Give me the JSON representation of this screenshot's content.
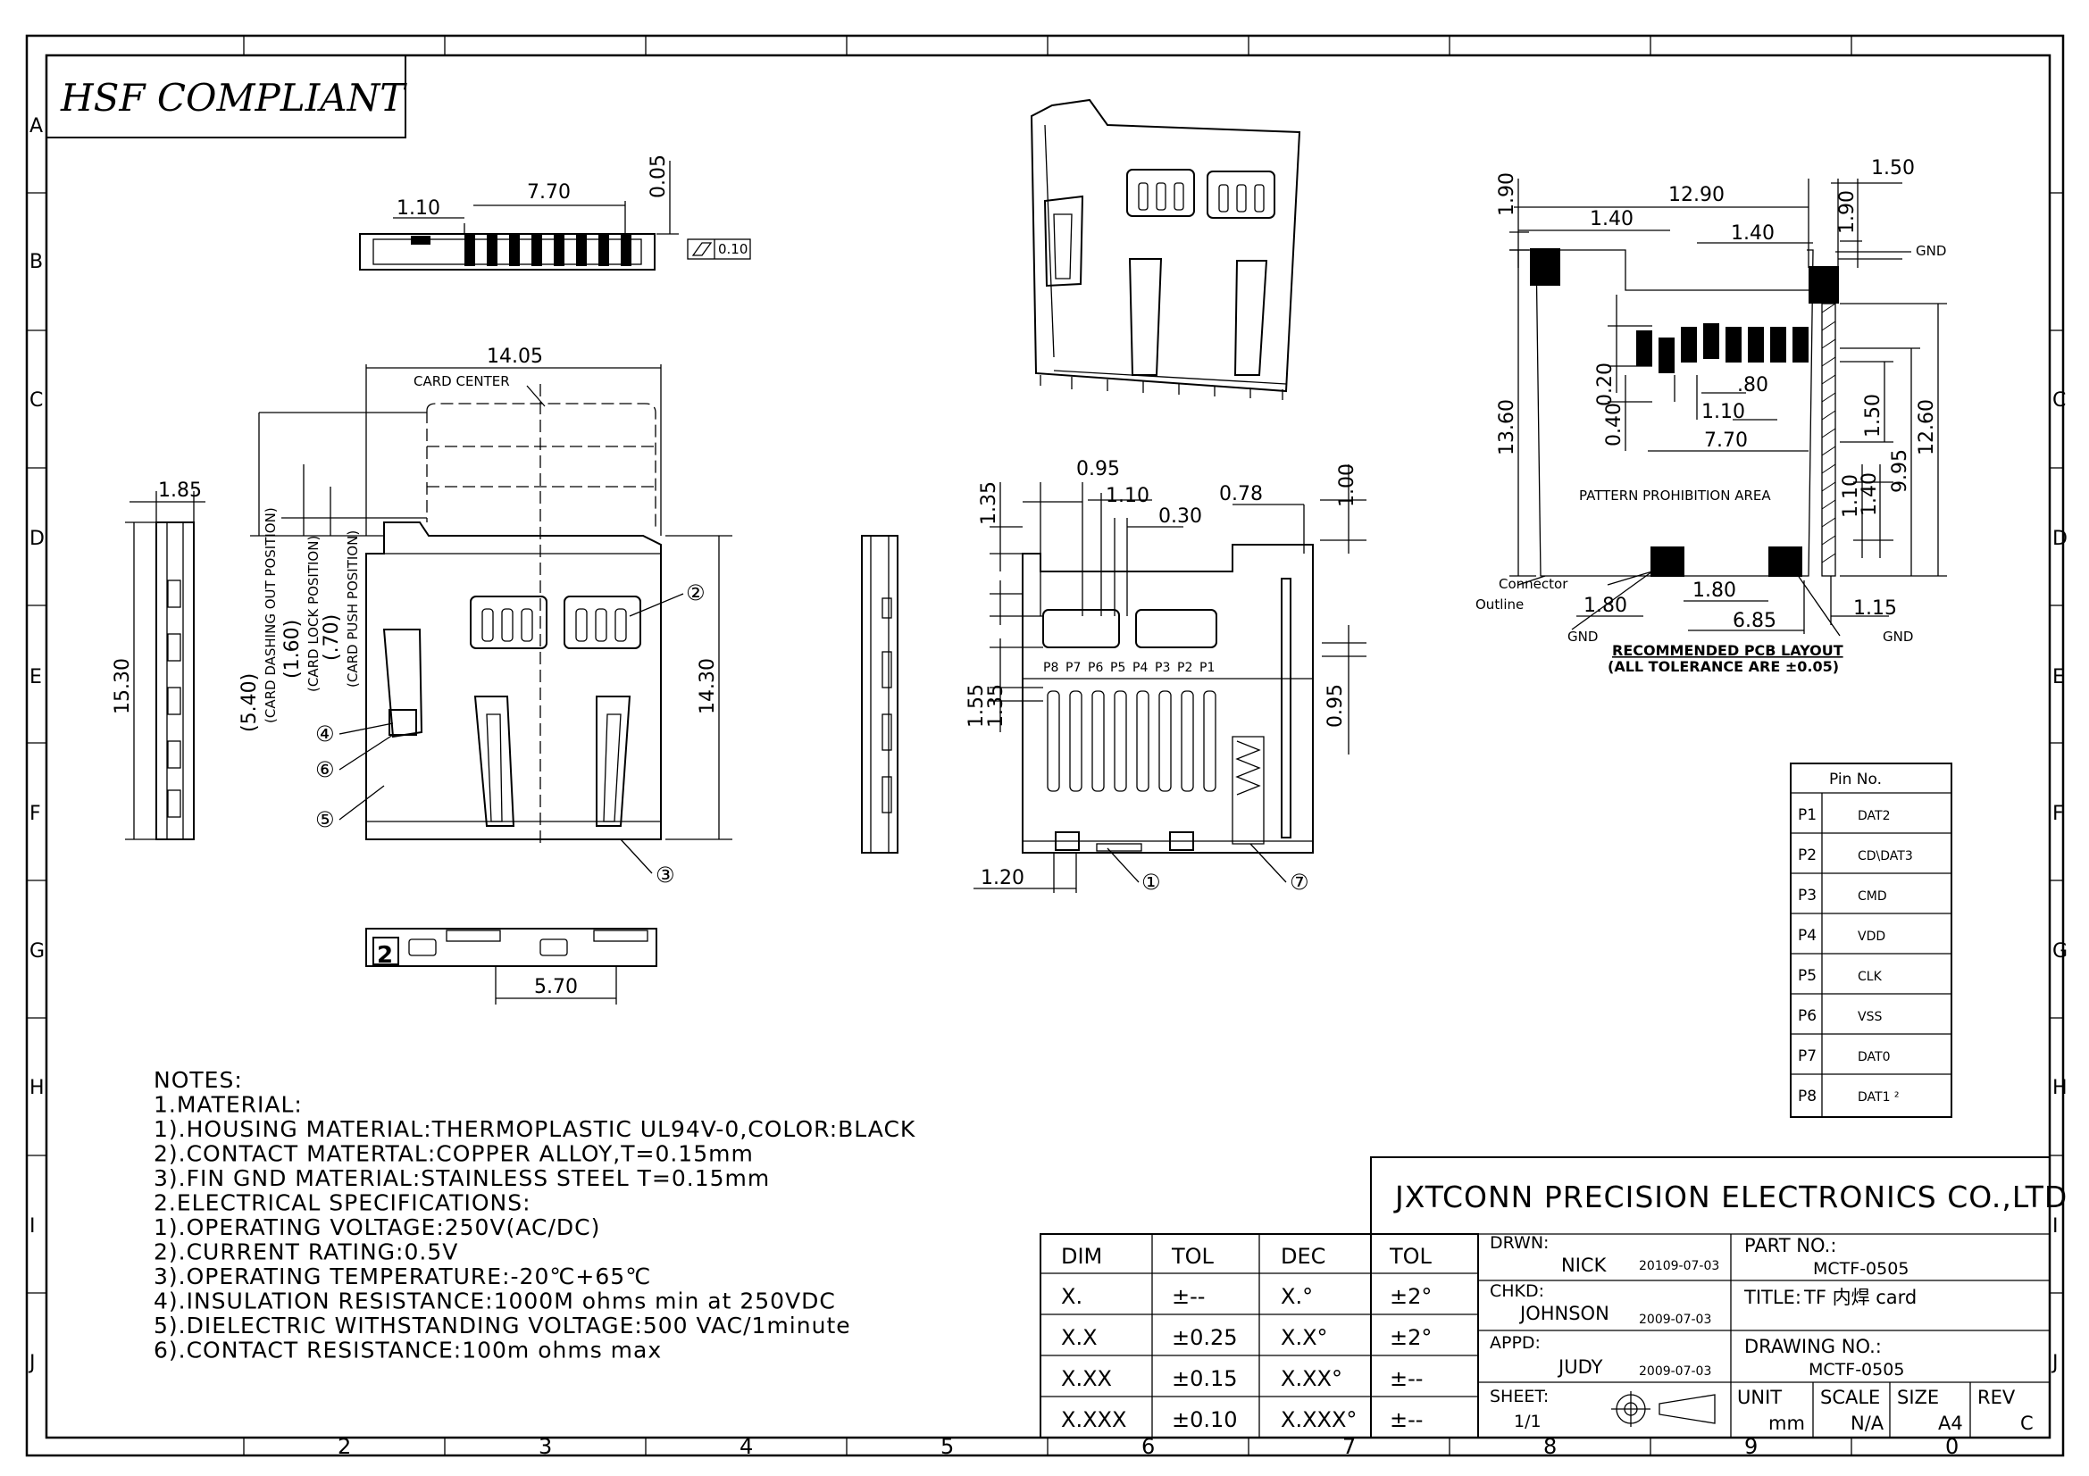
{
  "compliance_badge": "HSF COMPLIANT",
  "grid": {
    "rows": [
      "A",
      "B",
      "C",
      "D",
      "E",
      "F",
      "G",
      "H",
      "I",
      "J"
    ],
    "cols": [
      "2",
      "3",
      "4",
      "5",
      "6",
      "7",
      "8",
      "9",
      "0"
    ]
  },
  "views": {
    "top": {
      "width_7_70": "7.70",
      "offset_1_10": "1.10",
      "height_0_05": "0.05",
      "flatness": "0.10"
    },
    "front": {
      "width": "14.05",
      "card_center": "CARD CENTER",
      "height": "14.30",
      "dash_out": "(5.40)",
      "lock": "(1.60)",
      "push": "(.70)",
      "dash_out_label": "(CARD DASHING OUT POSITION)",
      "lock_label": "(CARD LOCK POSITION)",
      "push_label": "(CARD PUSH POSITION)",
      "callouts": [
        "②",
        "④",
        "⑥",
        "⑤",
        "③"
      ]
    },
    "left_side": {
      "width": "1.85",
      "height": "15.30"
    },
    "bottom": {
      "width": "5.70",
      "mark": "2"
    },
    "bottom_view": {
      "d095": "0.95",
      "d110": "1.10",
      "d030": "0.30",
      "d078": "0.78",
      "d135a": "1.35",
      "d100": "1.00",
      "d155": "1.55",
      "d135b": "1.35",
      "d095b": "0.95",
      "d120": "1.20",
      "pins": [
        "P8",
        "P7",
        "P6",
        "P5",
        "P4",
        "P3",
        "P2",
        "P1"
      ],
      "callouts": [
        "①",
        "⑦"
      ]
    },
    "pcb": {
      "d190a": "1.90",
      "d1290": "12.90",
      "d150a": "1.50",
      "d140a": "1.40",
      "d140b": "1.40",
      "d190b": "1.90",
      "gnd": "GND",
      "d1360": "13.60",
      "d020": "0.20",
      "d080": ".80",
      "d040": "0.40",
      "d110": "1.10",
      "d770": "7.70",
      "d150b": "1.50",
      "d1260": "12.60",
      "d995": "9.95",
      "d110b": "1.10",
      "d140c": "1.40",
      "area": "PATTERN PROHIBITION AREA",
      "connector": "Connector",
      "outline": "Outline",
      "d180a": "1.80",
      "d180b": "1.80",
      "d685": "6.85",
      "d115": "1.15",
      "gnd_l": "GND",
      "gnd_r": "GND",
      "title": "RECOMMENDED PCB LAYOUT",
      "tol": "(ALL TOLERANCE ARE ±0.05)"
    }
  },
  "pin_table": {
    "header": "Pin No.",
    "rows": [
      {
        "pin": "P1",
        "name": "DAT2"
      },
      {
        "pin": "P2",
        "name": "CD\\DAT3"
      },
      {
        "pin": "P3",
        "name": "CMD"
      },
      {
        "pin": "P4",
        "name": "VDD"
      },
      {
        "pin": "P5",
        "name": "CLK"
      },
      {
        "pin": "P6",
        "name": "VSS"
      },
      {
        "pin": "P7",
        "name": "DAT0"
      },
      {
        "pin": "P8",
        "name": "DAT1 ²"
      }
    ]
  },
  "notes": [
    "NOTES:",
    "1.MATERIAL:",
    "1).HOUSING MATERIAL:THERMOPLASTIC UL94V-0,COLOR:BLACK",
    "2).CONTACT MATERTAL:COPPER ALLOY,T=0.15mm",
    "3).FIN GND MATERIAL:STAINLESS STEEL T=0.15mm",
    "2.ELECTRICAL SPECIFICATIONS:",
    "1).OPERATING VOLTAGE:250V(AC/DC)",
    "2).CURRENT RATING:0.5V",
    "3).OPERATING TEMPERATURE:-20℃+65℃",
    "4).INSULATION RESISTANCE:1000M ohms min at 250VDC",
    "5).DIELECTRIC WITHSTANDING VOLTAGE:500 VAC/1minute",
    "6).CONTACT RESISTANCE:100m ohms max"
  ],
  "tolerance_table": {
    "headers": [
      "DIM",
      "TOL",
      "DEC",
      "TOL"
    ],
    "rows": [
      [
        "X.",
        "±--",
        "X.°",
        "±2°"
      ],
      [
        "X.X",
        "±0.25",
        "X.X°",
        "±2°"
      ],
      [
        "X.XX",
        "±0.15",
        "X.XX°",
        "±--"
      ],
      [
        "X.XXX",
        "±0.10",
        "X.XXX°",
        "±--"
      ]
    ]
  },
  "title_block": {
    "company": "JXTCONN PRECISION ELECTRONICS CO.,LTD",
    "drwn_label": "DRWN:",
    "drwn_name": "NICK",
    "drwn_date": "20109-07-03",
    "chkd_label": "CHKD:",
    "chkd_name": "JOHNSON",
    "chkd_date": "2009-07-03",
    "appd_label": "APPD:",
    "appd_name": "JUDY",
    "appd_date": "2009-07-03",
    "sheet_label": "SHEET:",
    "sheet_value": "1/1",
    "part_no_label": "PART NO.:",
    "part_no": "MCTF-0505",
    "title_label": "TITLE:",
    "title": "TF 内焊 card",
    "drawing_no_label": "DRAWING NO.:",
    "drawing_no": "MCTF-0505",
    "unit_label": "UNIT",
    "unit": "mm",
    "scale_label": "SCALE",
    "scale": "N/A",
    "size_label": "SIZE",
    "size": "A4",
    "rev_label": "REV",
    "rev": "C"
  }
}
